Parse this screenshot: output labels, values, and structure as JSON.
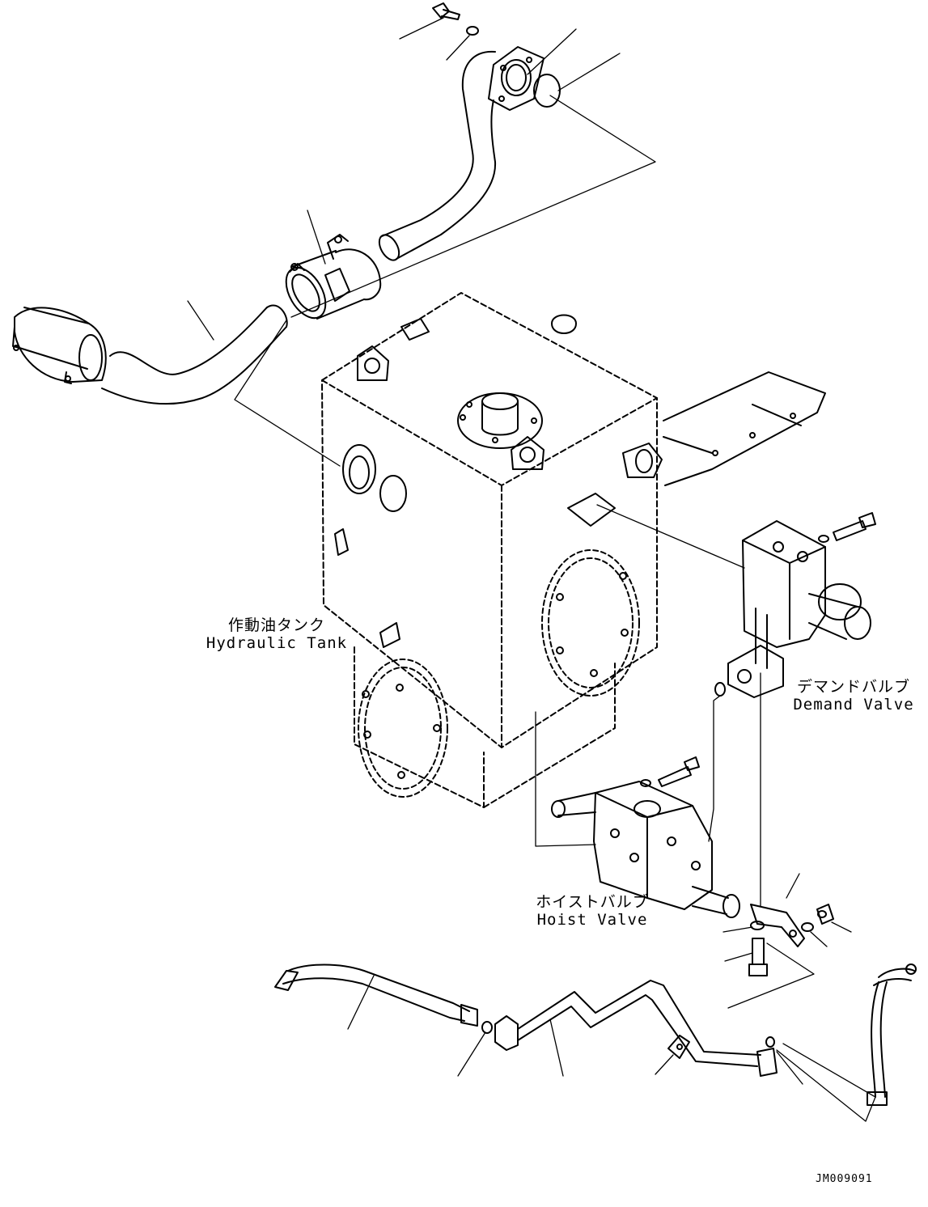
{
  "labels": {
    "hydraulic_tank": {
      "jp": "作動油タンク",
      "en": "Hydraulic Tank"
    },
    "demand_valve": {
      "jp": "デマンドバルブ",
      "en": "Demand Valve"
    },
    "hoist_valve": {
      "jp": "ホイストバルブ",
      "en": "Hoist Valve"
    }
  },
  "drawing_id": "JM009091"
}
